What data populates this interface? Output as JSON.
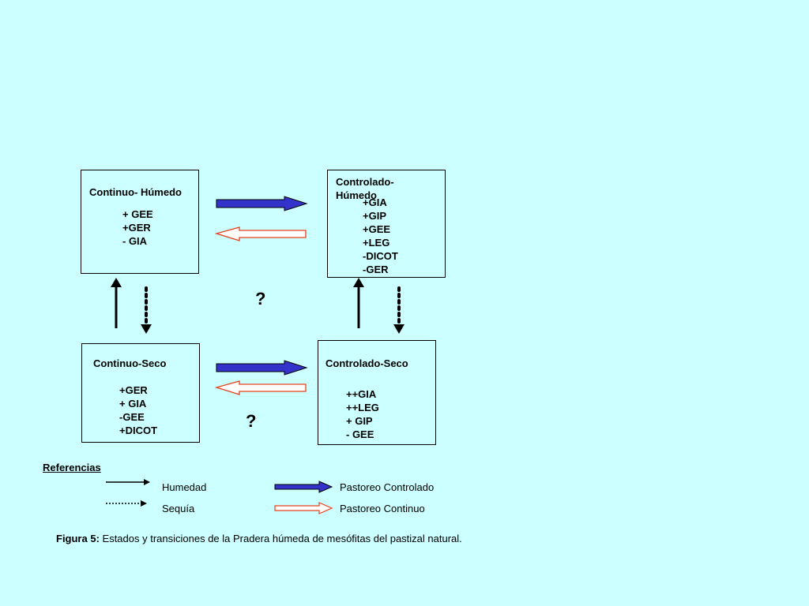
{
  "states": {
    "continuo_humedo": {
      "title": "Continuo- Húmedo",
      "lines": [
        "+ GEE",
        "+GER",
        "-  GIA"
      ]
    },
    "controlado_humedo": {
      "title_line1": "Controlado-",
      "title_line2": "Húmedo",
      "lines": [
        "+GIA",
        "+GIP",
        "+GEE",
        "+LEG",
        "-DICOT",
        "-GER"
      ]
    },
    "continuo_seco": {
      "title": "Continuo-Seco",
      "lines": [
        "+GER",
        "+ GIA",
        "-GEE",
        "+DICOT"
      ]
    },
    "controlado_seco": {
      "title": "Controlado-Seco",
      "lines": [
        "++GIA",
        "++LEG",
        "+ GIP",
        "-  GEE"
      ]
    }
  },
  "question_marks": [
    "?",
    "?"
  ],
  "legend": {
    "title": "Referencias",
    "humedad": "Humedad",
    "sequia": "Sequía",
    "pastoreo_controlado": "Pastoreo Controlado",
    "pastoreo_continuo": "Pastoreo Continuo"
  },
  "caption": {
    "label": "Figura 5:",
    "text": " Estados y transiciones de la Pradera húmeda de mesófitas del pastizal natural."
  },
  "colors": {
    "background": "#ccffff",
    "controlled_arrow_fill": "#3333cc",
    "continuous_arrow_outline": "#e8401c"
  }
}
